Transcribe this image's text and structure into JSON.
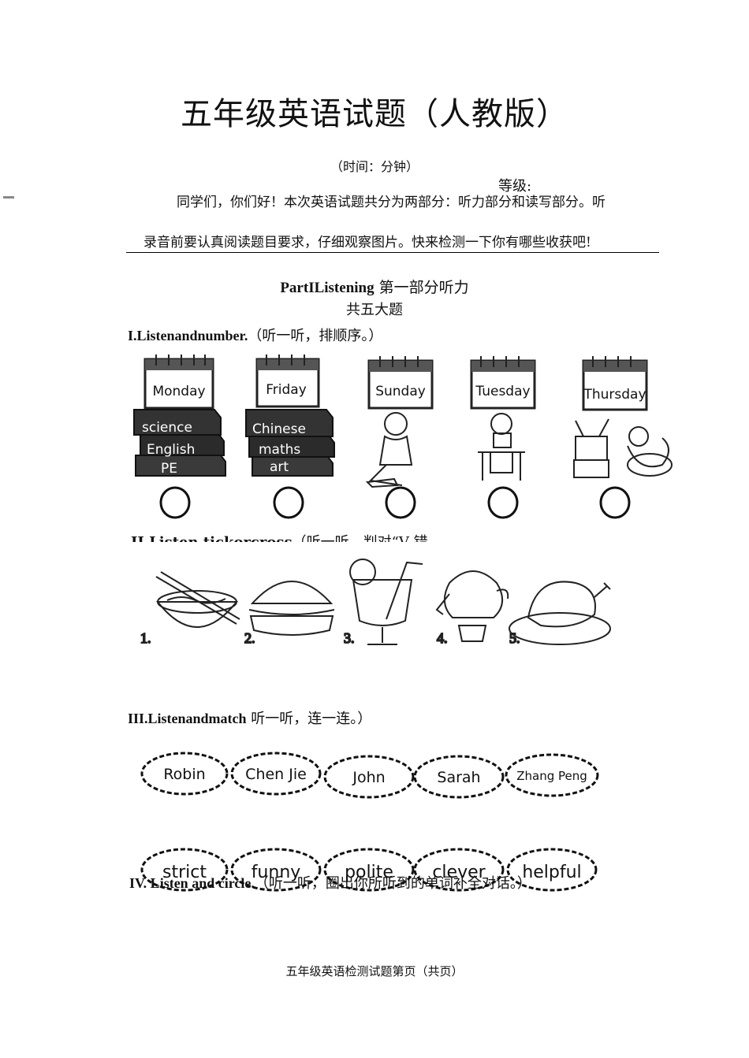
{
  "title": "五年级英语试题（人教版）",
  "time_line": "（时间：分钟）",
  "grade_label": "等级:",
  "intro_line1": "同学们，你们好！本次英语试题共分为两部分：听力部分和读写部分。听",
  "intro_line2": "录音前要认真阅读题目要求，仔细观察图片。快来检测一下你有哪些收获吧!",
  "part1": {
    "title_en": "PartIListening",
    "title_cn": " 第一部分听力",
    "subtitle": "共五大题"
  },
  "section1": {
    "title_en": "I.Listenandnumber.",
    "title_cn": "（听一听，排顺序。）",
    "days": [
      "Monday",
      "Friday",
      "Sunday",
      "Tuesday",
      "Thursday"
    ],
    "books_1": [
      "science",
      "English",
      "PE"
    ],
    "books_2": [
      "Chinese",
      "maths",
      "art"
    ]
  },
  "section2": {
    "title_en": "II.Listen tickorcross",
    "title_cn": "（听一听，判对“V       错",
    "numbers": [
      "1.",
      "2.",
      "3.",
      "4.",
      "5."
    ]
  },
  "section3": {
    "title_en": "III.Listenandmatch",
    "title_cn": " 听一听，连一连。）",
    "names": [
      "Robin",
      "Chen Jie",
      "John",
      "Sarah",
      "Zhang Peng"
    ],
    "adjectives": [
      "strict",
      "funny",
      "polite",
      "clever",
      "helpful"
    ]
  },
  "section4": {
    "title_en": "IV. Listen and circle.",
    "title_cn": "（听一听，圈出你所听到的单词补全对话。）"
  },
  "footer": "五年级英语检测试题第页（共页）"
}
